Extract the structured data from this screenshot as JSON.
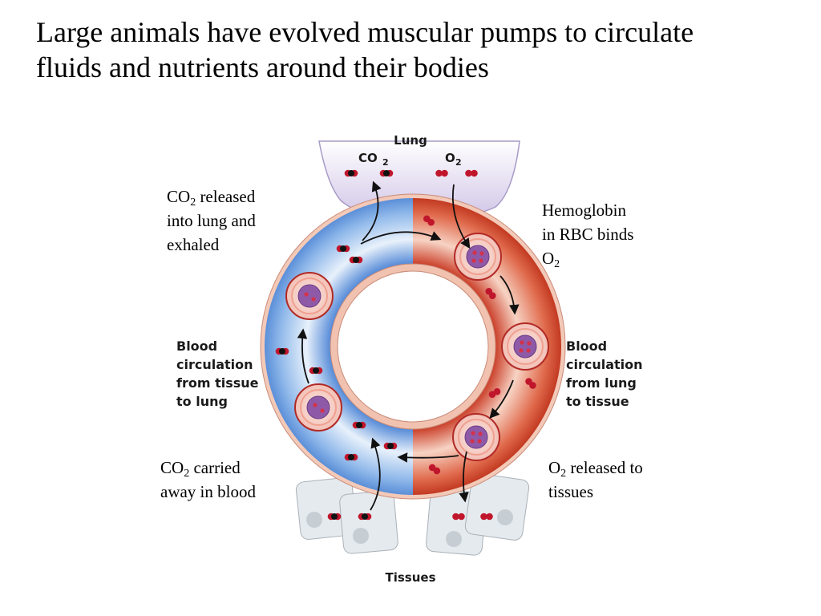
{
  "title": {
    "line1": "Large animals have evolved muscular pumps to circulate",
    "line2": "fluids and nutrients around their bodies"
  },
  "diagram": {
    "lung_label": "Lung",
    "tissues_label": "Tissues",
    "co2_label": {
      "main": "CO",
      "sub": "2"
    },
    "o2_label": {
      "main": "O",
      "sub": "2"
    },
    "left_side": {
      "line1": "Blood",
      "line2": "circulation",
      "line3": "from tissue",
      "line4": "to lung"
    },
    "right_side": {
      "line1": "Blood",
      "line2": "circulation",
      "line3": "from lung",
      "line4": "to tissue"
    },
    "colors": {
      "venous_blue": "#7fb0e6",
      "arterial_red": "#d24a2e",
      "lung_lavender": "#d9d0ea",
      "tissue_gray": "#e4e8ec",
      "rbc_purple": "#8e5aa8",
      "molecule_red": "#c0162c"
    }
  },
  "annotations": {
    "co2_released": {
      "a": "CO",
      "sub": "2",
      "b": " released",
      "line2": "into lung and",
      "line3": "exhaled"
    },
    "hemoglobin": {
      "line1": "Hemoglobin",
      "line2": "in RBC binds",
      "a": "O",
      "sub": "2"
    },
    "co2_carried": {
      "a": "CO",
      "sub": "2",
      "b": " carried",
      "line2": "away in blood"
    },
    "o2_released": {
      "a": "O",
      "sub": "2",
      "b": " released to",
      "line2": "tissues"
    }
  }
}
